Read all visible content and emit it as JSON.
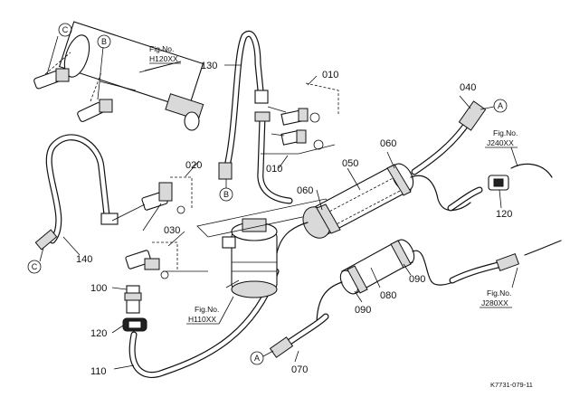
{
  "parts": [
    {
      "id": "p010",
      "label": "010"
    },
    {
      "id": "p020",
      "label": "020"
    },
    {
      "id": "p030",
      "label": "030"
    },
    {
      "id": "p040",
      "label": "040"
    },
    {
      "id": "p050",
      "label": "050"
    },
    {
      "id": "p060a",
      "label": "060"
    },
    {
      "id": "p060b",
      "label": "060"
    },
    {
      "id": "p070",
      "label": "070"
    },
    {
      "id": "p080",
      "label": "080"
    },
    {
      "id": "p090a",
      "label": "090"
    },
    {
      "id": "p090b",
      "label": "090"
    },
    {
      "id": "p100",
      "label": "100"
    },
    {
      "id": "p110",
      "label": "110"
    },
    {
      "id": "p120a",
      "label": "120"
    },
    {
      "id": "p120b",
      "label": "120"
    },
    {
      "id": "p130",
      "label": "130"
    },
    {
      "id": "p140",
      "label": "140"
    },
    {
      "id": "p010b",
      "label": "010"
    }
  ],
  "references": {
    "a1": "A",
    "a2": "A",
    "b1": "B",
    "b2": "B",
    "c1": "C",
    "c2": "C"
  },
  "figs": {
    "h120": {
      "title": "Fig.No.",
      "code": "H120XX"
    },
    "h110": {
      "title": "Fig.No.",
      "code": "H110XX"
    },
    "j240": {
      "title": "Fig.No.",
      "code": "J240XX"
    },
    "j280": {
      "title": "Fig.No.",
      "code": "J280XX"
    }
  },
  "drawing_code": "K7731-079-11"
}
